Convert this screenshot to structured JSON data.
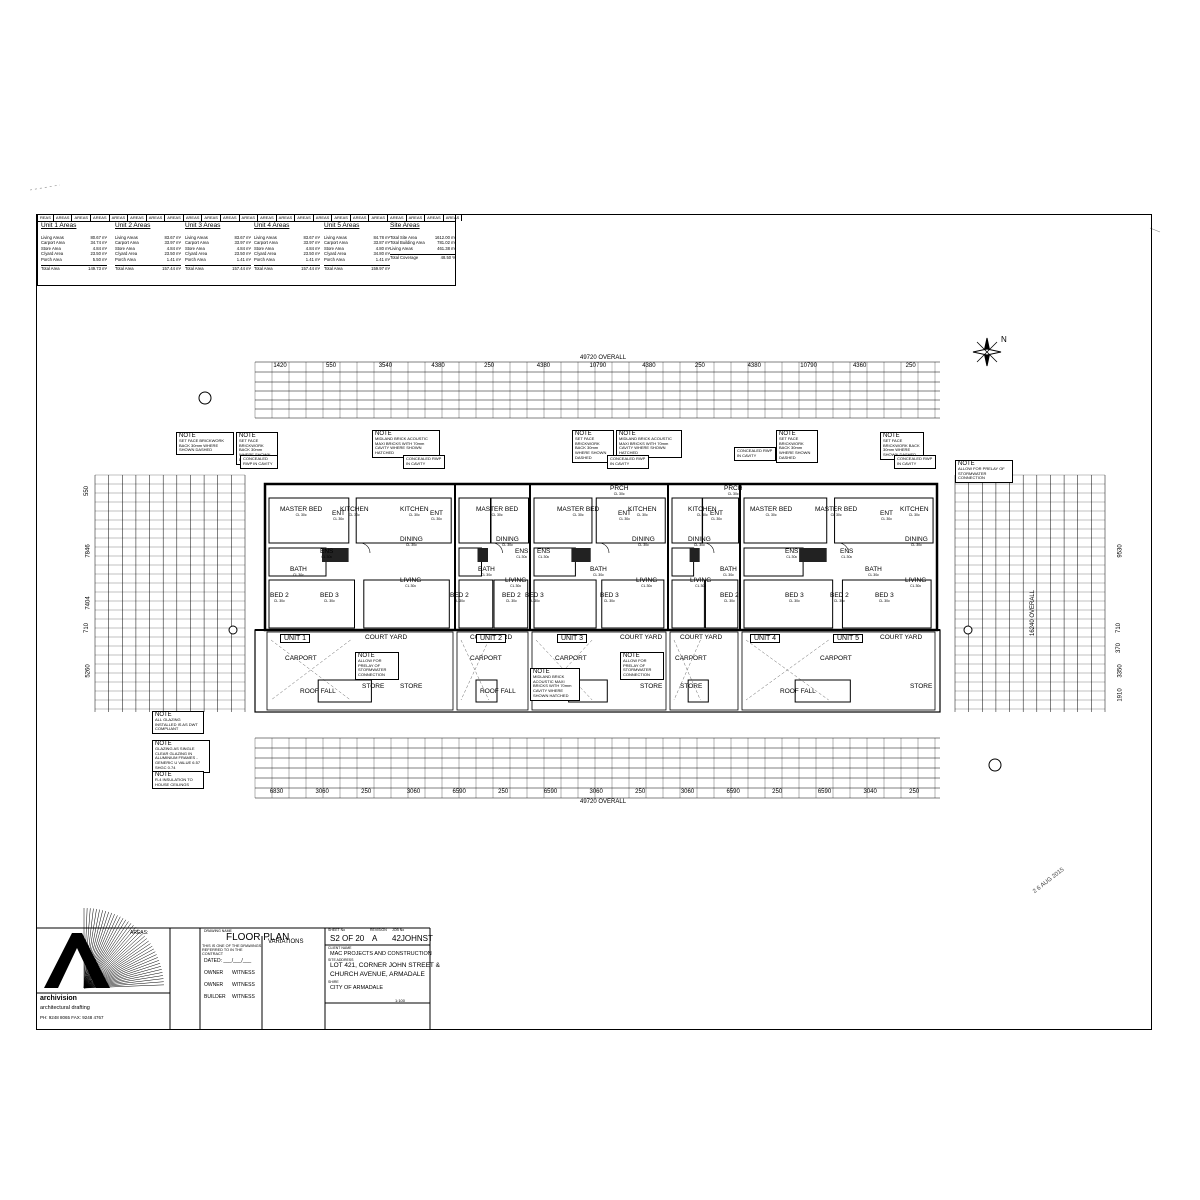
{
  "areas_header": [
    "REAS",
    "AREAS",
    "AREAS",
    "AREAS",
    "AREAS",
    "AREAS",
    "AREAS",
    "AREAS",
    "AREAS",
    "AREAS",
    "AREAS",
    "AREAS",
    "AREAS",
    "AREAS",
    "AREAS",
    "AREAS",
    "AREAS",
    "AREAS",
    "AREAS",
    "AREAS",
    "AREAS",
    "AREAS",
    "AREAS"
  ],
  "unit_areas": [
    {
      "title": "Unit 1 Areas",
      "rows": [
        [
          "Living Areas",
          "80.67 m²"
        ],
        [
          "Carport Area",
          "34.74 m²"
        ],
        [
          "Store Area",
          "4.84 m²"
        ],
        [
          "C/yard Area",
          "23.50 m²"
        ],
        [
          "Porch Area",
          "5.50 m²"
        ]
      ],
      "total": [
        "Total Area",
        "149.73 m²"
      ]
    },
    {
      "title": "Unit 2 Areas",
      "rows": [
        [
          "Living Areas",
          "83.67 m²"
        ],
        [
          "Carport Area",
          "33.97 m²"
        ],
        [
          "Store Area",
          "4.84 m²"
        ],
        [
          "C/yard Area",
          "23.50 m²"
        ],
        [
          "Porch Area",
          "1.41 m²"
        ]
      ],
      "total": [
        "Total Area",
        "157.44 m²"
      ]
    },
    {
      "title": "Unit 3 Areas",
      "rows": [
        [
          "Living Areas",
          "83.67 m²"
        ],
        [
          "Carport Area",
          "33.97 m²"
        ],
        [
          "Store Area",
          "4.84 m²"
        ],
        [
          "C/yard Area",
          "23.50 m²"
        ],
        [
          "Porch Area",
          "1.41 m²"
        ]
      ],
      "total": [
        "Total Area",
        "157.44 m²"
      ]
    },
    {
      "title": "Unit 4 Areas",
      "rows": [
        [
          "Living Areas",
          "83.67 m²"
        ],
        [
          "Carport Area",
          "33.97 m²"
        ],
        [
          "Store Area",
          "4.84 m²"
        ],
        [
          "C/yard Area",
          "23.50 m²"
        ],
        [
          "Porch Area",
          "1.41 m²"
        ]
      ],
      "total": [
        "Total Area",
        "157.44 m²"
      ]
    },
    {
      "title": "Unit 5 Areas",
      "rows": [
        [
          "Living Areas",
          "84.78 m²"
        ],
        [
          "Carport Area",
          "33.87 m²"
        ],
        [
          "Store Area",
          "4.80 m²"
        ],
        [
          "C/yard Area",
          "34.80 m²"
        ],
        [
          "Porch Area",
          "1.41 m²"
        ]
      ],
      "total": [
        "Total Area",
        "159.97 m²"
      ]
    }
  ],
  "site_areas": {
    "title": "Site Areas",
    "rows": [
      [
        "Total Site Area",
        "1612.00 m²"
      ],
      [
        "Total Building Area",
        "781.02 m²"
      ],
      [
        "Living Areas",
        "461.38 m²"
      ]
    ],
    "total": [
      "Total Coverage",
      "48.50 %"
    ]
  },
  "overall_dims": {
    "top": "49720 OVERALL",
    "bottom": "49720 OVERALL",
    "right": "16240 OVERALL"
  },
  "top_dims": [
    "1420",
    "550",
    "3540",
    "4380",
    "250",
    "4380",
    "10790",
    "4380",
    "250",
    "4380",
    "10790",
    "4360",
    "250"
  ],
  "bottom_dims": [
    "6830",
    "3060",
    "250",
    "3060",
    "6590",
    "250",
    "6590",
    "3060",
    "250",
    "3060",
    "6590",
    "250",
    "6590",
    "3040",
    "250"
  ],
  "left_dims": [
    "550",
    "7846",
    "7404",
    "710",
    "5260"
  ],
  "right_dims": [
    "9530",
    "710",
    "3350",
    "1910",
    "370"
  ],
  "units": [
    "UNIT 1",
    "UNIT 2",
    "UNIT 3",
    "UNIT 4",
    "UNIT 5"
  ],
  "rooms": {
    "master": "MASTER BED",
    "kitchen": "KITCHEN",
    "dining": "DINING",
    "living": "LIVING",
    "bed2": "BED 2",
    "bed3": "BED 3",
    "bath": "BATH",
    "ens": "ENS",
    "ent": "ENT",
    "court": "COURT YARD",
    "carport": "CARPORT",
    "store": "STORE",
    "porch": "PRCH",
    "roof_fall": "ROOF FALL",
    "ceil": "CL 30c"
  },
  "notes": [
    {
      "head": "NOTE",
      "text": "SET FACE BRICKWORK BACK 30mm WHERE SHOWN DASHED"
    },
    {
      "head": "NOTE",
      "text": "SET FACE BRICKWORK BACK 30mm WHERE SHOWN DASHED"
    },
    {
      "head": "NOTE",
      "text": "MIDLAND BRICK ACOUSTIC MAXI BRICKS WITH 70mm CAVITY WHERE SHOWN HATCHED"
    },
    {
      "head": "NOTE",
      "text": "SET FACE BRICKWORK BACK 30mm WHERE SHOWN DASHED"
    },
    {
      "head": "NOTE",
      "text": "MIDLAND BRICK ACOUSTIC MAXI BRICKS WITH 70mm CAVITY WHERE SHOWN HATCHED"
    },
    {
      "head": "NOTE",
      "text": "SET FACE BRICKWORK BACK 30mm WHERE SHOWN DASHED"
    },
    {
      "head": "NOTE",
      "text": "SET FACE BRICKWORK BACK 30mm WHERE SHOWN DASHED"
    },
    {
      "head": "NOTE",
      "text": "ALLOW FOR PRELAY OF STORMWATER CONNECTION"
    }
  ],
  "concealed": "CONCEALED RWP IN CAVITY",
  "bottom_notes": [
    {
      "head": "NOTE",
      "text": "ALL GLAZING INSTALLED IS AS DWT COMPLIANT"
    },
    {
      "head": "NOTE",
      "text": "GLAZING AS SINGLE CLEAR GLAZING IN ALUMINIUM FRAMES - GENERIC U VALUE 6.57 SHGC 0.74"
    },
    {
      "head": "NOTE",
      "text": "R-4 INSULATION TO HOUSE CEILINGS"
    }
  ],
  "court_notes": [
    {
      "head": "NOTE",
      "text": "ALLOW FOR PRELAY OF STORMWATER CONNECTION"
    },
    {
      "head": "NOTE",
      "text": "MIDLAND BRICK ACOUSTIC MAXI BRICKS WITH 70mm CAVITY WHERE SHOWN HATCHED"
    },
    {
      "head": "NOTE",
      "text": "ALLOW FOR PRELAY OF STORMWATER CONNECTION"
    }
  ],
  "title_block": {
    "logo_text": "archivision",
    "logo_sub": "architectural drafting",
    "phone": "PH: 9248 8065  FAX: 9248 4767",
    "areas_label": "AREAS:",
    "drawing_label": "DRAWING NAME",
    "drawing_name": "FLOOR PLAN",
    "contract_note": "THIS IS ONE OF THE DRAWINGS REFERRED TO IN THE CONTRACT",
    "dated": "DATED: ___/___/___",
    "owner": "OWNER",
    "witness": "WITNESS",
    "builder": "BUILDER",
    "variations": "VARIATIONS",
    "sheet_no_label": "SHEET No",
    "sheet_no": "S2 OF 20",
    "revision_label": "REVISION",
    "revision": "A",
    "job_label": "JOB No",
    "job_no": "42JOHNST",
    "client_label": "CLIENT NAME",
    "client": "MAC PROJECTS AND CONSTRUCTION",
    "site_label": "SITE ADDRESS",
    "site1": "LOT 421, CORNER JOHN STREET &",
    "site2": "CHURCH AVENUE, ARMADALE",
    "shire_label": "SHIRE",
    "shire": "CITY OF ARMADALE",
    "scale": "1:100"
  },
  "stamp": "2 6 AUG 2015"
}
